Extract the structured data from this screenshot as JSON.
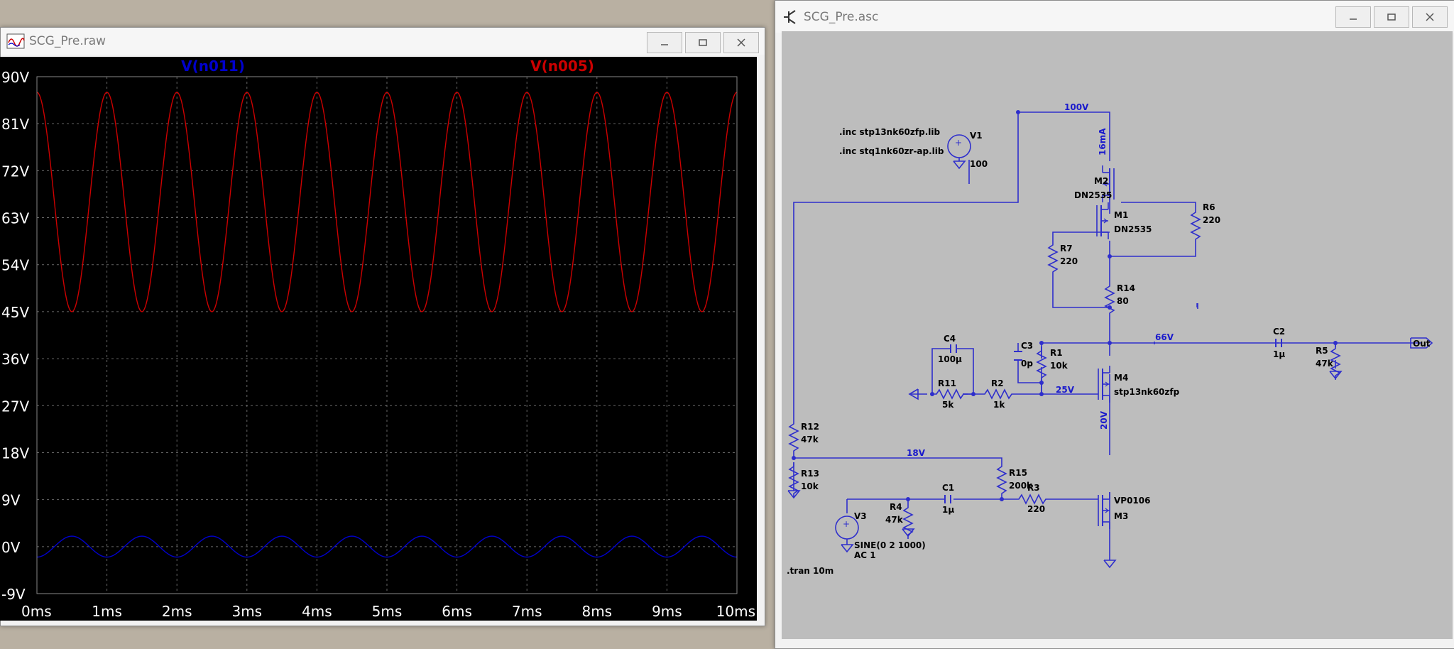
{
  "waveform_window": {
    "title": "SCG_Pre.raw",
    "minimize_label": "",
    "maximize_label": "",
    "close_label": ""
  },
  "schematic_window": {
    "title": "SCG_Pre.asc"
  },
  "colors": {
    "trace_n011": "#0000cc",
    "trace_n005": "#cc0000",
    "plot_bg": "#000000",
    "wire": "#2e2ecc",
    "schematic_bg": "#bdbdbd"
  },
  "chart_data": {
    "type": "line",
    "xlabel": "",
    "ylabel": "",
    "x_ticks": [
      "0ms",
      "1ms",
      "2ms",
      "3ms",
      "4ms",
      "5ms",
      "6ms",
      "7ms",
      "8ms",
      "9ms",
      "10ms"
    ],
    "y_ticks": [
      "90V",
      "81V",
      "72V",
      "63V",
      "54V",
      "45V",
      "36V",
      "27V",
      "18V",
      "9V",
      "0V",
      "-9V"
    ],
    "xlim": [
      0,
      10
    ],
    "ylim": [
      -9,
      90
    ],
    "grid": true,
    "series": [
      {
        "name": "V(n011)",
        "color": "#0000cc",
        "offset": 0,
        "amplitude": 2,
        "frequency_hz": 1000,
        "phase_deg": -90
      },
      {
        "name": "V(n005)",
        "color": "#cc0000",
        "offset": 66,
        "amplitude": 21,
        "frequency_hz": 1000,
        "phase_deg": 90
      }
    ]
  },
  "schematic": {
    "directives": [
      ".inc stp13nk60zfp.lib",
      ".inc stq1nk60zr-ap.lib",
      ".tran 10m"
    ],
    "net_labels": [
      "100V",
      "16mA",
      "66V",
      "25V",
      "20V",
      "18V"
    ],
    "components": {
      "V1": {
        "ref": "V1",
        "value": "100"
      },
      "M2": {
        "ref": "M2",
        "value": "DN2535"
      },
      "M1": {
        "ref": "M1",
        "value": "DN2535"
      },
      "R6": {
        "ref": "R6",
        "value": "220"
      },
      "R7": {
        "ref": "R7",
        "value": "220"
      },
      "R14": {
        "ref": "R14",
        "value": "80"
      },
      "C4": {
        "ref": "C4",
        "value": "100μ"
      },
      "C3": {
        "ref": "C3",
        "value": "0p"
      },
      "R1": {
        "ref": "R1",
        "value": "10k"
      },
      "R11": {
        "ref": "R11",
        "value": "5k"
      },
      "R2": {
        "ref": "R2",
        "value": "1k"
      },
      "M4": {
        "ref": "M4",
        "value": "stp13nk60zfp"
      },
      "C2": {
        "ref": "C2",
        "value": "1μ"
      },
      "R5": {
        "ref": "R5",
        "value": "47k"
      },
      "R12": {
        "ref": "R12",
        "value": "47k"
      },
      "R13": {
        "ref": "R13",
        "value": "10k"
      },
      "R15": {
        "ref": "R15",
        "value": "200k"
      },
      "R4": {
        "ref": "R4",
        "value": "47k"
      },
      "C1": {
        "ref": "C1",
        "value": "1μ"
      },
      "R3": {
        "ref": "R3",
        "value": "220"
      },
      "M3": {
        "ref": "M3",
        "value": "VP0106"
      },
      "V3": {
        "ref": "V3",
        "value": "SINE(0 2 1000)",
        "value2": "AC 1"
      }
    },
    "out_label": "Out"
  }
}
